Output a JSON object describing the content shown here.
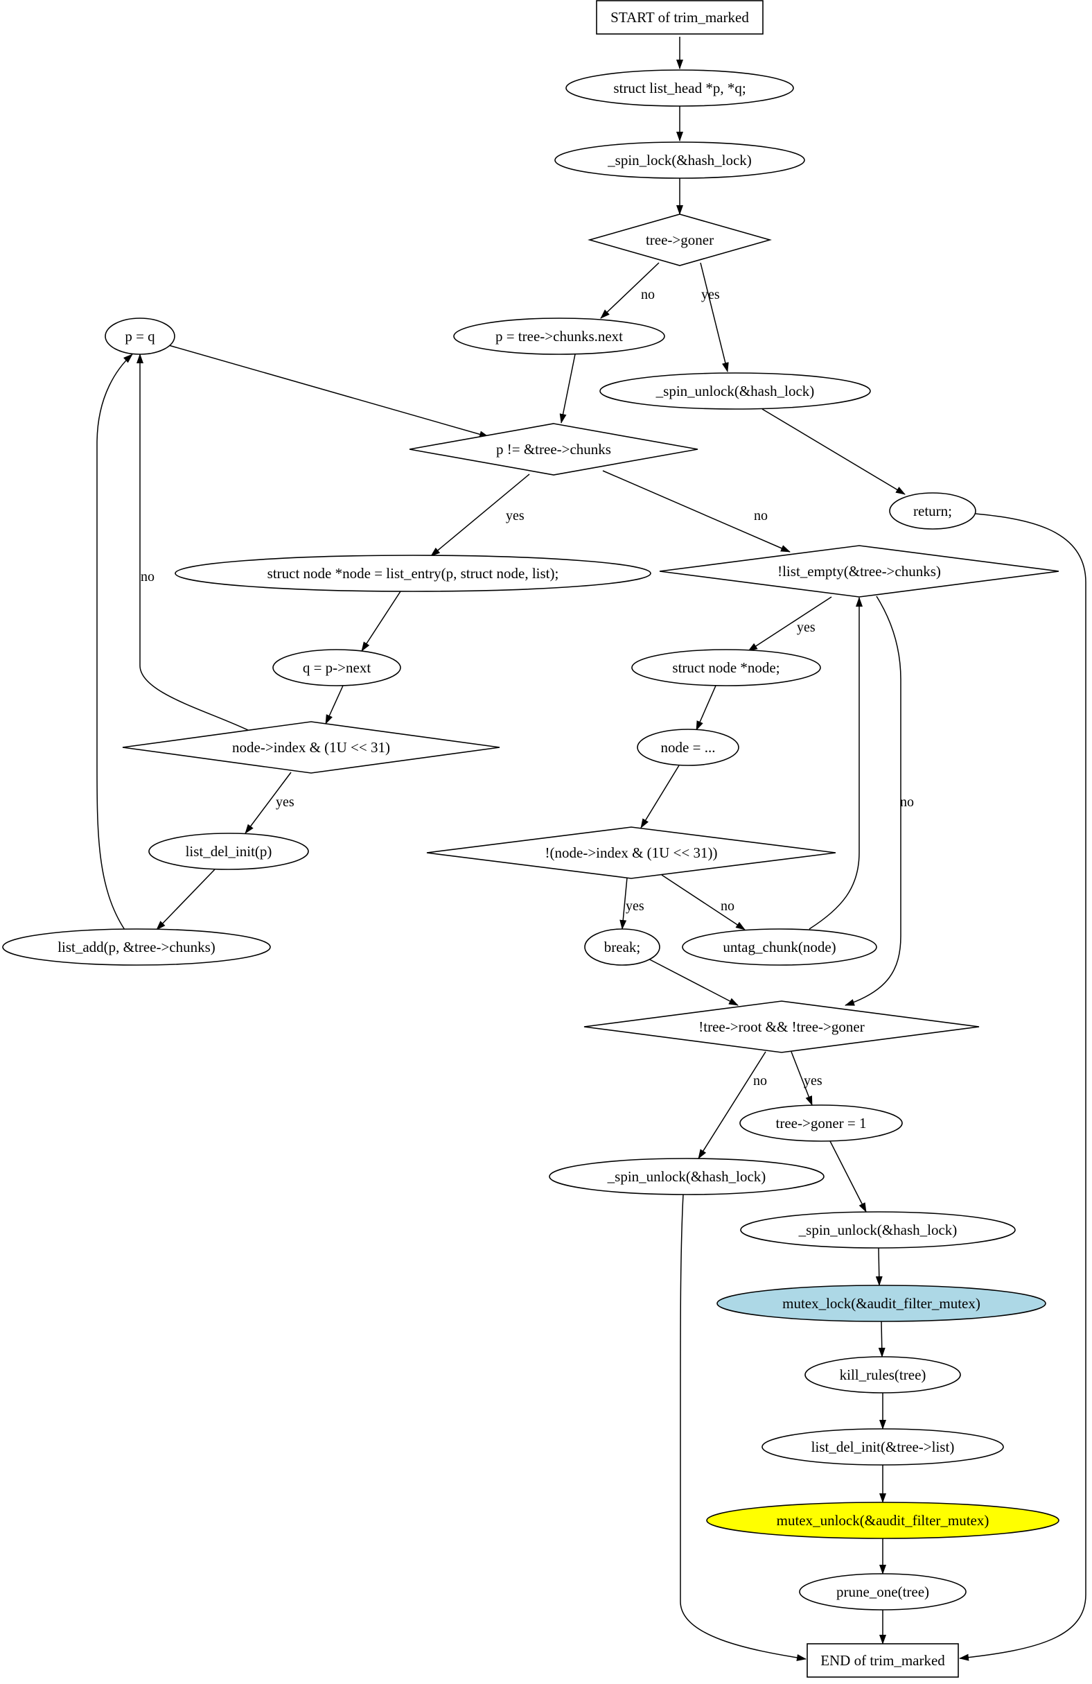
{
  "nodes": {
    "start": {
      "label": "START of trim_marked",
      "shape": "box"
    },
    "decl": {
      "label": "struct list_head *p, *q;",
      "shape": "ellipse"
    },
    "lock1": {
      "label": "_spin_lock(&hash_lock)",
      "shape": "ellipse"
    },
    "goner": {
      "label": "tree->goner",
      "shape": "diamond"
    },
    "pinit": {
      "label": "p = tree->chunks.next",
      "shape": "ellipse"
    },
    "unlock1": {
      "label": "_spin_unlock(&hash_lock)",
      "shape": "ellipse"
    },
    "ret": {
      "label": "return;",
      "shape": "ellipse"
    },
    "peq": {
      "label": "p = q",
      "shape": "ellipse"
    },
    "loop1": {
      "label": "p != &tree->chunks",
      "shape": "diamond"
    },
    "entry": {
      "label": "struct node *node = list_entry(p, struct node, list);",
      "shape": "ellipse"
    },
    "qnext": {
      "label": "q = p->next",
      "shape": "ellipse"
    },
    "idx1": {
      "label": "node->index & (1U << 31)",
      "shape": "diamond"
    },
    "del1": {
      "label": "list_del_init(p)",
      "shape": "ellipse"
    },
    "add": {
      "label": "list_add(p, &tree->chunks)",
      "shape": "ellipse"
    },
    "empty": {
      "label": "!list_empty(&tree->chunks)",
      "shape": "diamond"
    },
    "ndecl": {
      "label": "struct node *node;",
      "shape": "ellipse"
    },
    "nassign": {
      "label": "node = ...",
      "shape": "ellipse"
    },
    "idx2": {
      "label": "!(node->index & (1U << 31))",
      "shape": "diamond"
    },
    "brk": {
      "label": "break;",
      "shape": "ellipse"
    },
    "untag": {
      "label": "untag_chunk(node)",
      "shape": "ellipse"
    },
    "root": {
      "label": "!tree->root && !tree->goner",
      "shape": "diamond"
    },
    "gset": {
      "label": "tree->goner = 1",
      "shape": "ellipse"
    },
    "unlock2": {
      "label": "_spin_unlock(&hash_lock)",
      "shape": "ellipse"
    },
    "unlock3": {
      "label": "_spin_unlock(&hash_lock)",
      "shape": "ellipse"
    },
    "mlock": {
      "label": "mutex_lock(&audit_filter_mutex)",
      "shape": "ellipse",
      "fill": "#add8e6"
    },
    "kill": {
      "label": "kill_rules(tree)",
      "shape": "ellipse"
    },
    "ldel": {
      "label": "list_del_init(&tree->list)",
      "shape": "ellipse"
    },
    "munlock": {
      "label": "mutex_unlock(&audit_filter_mutex)",
      "shape": "ellipse",
      "fill": "#ffff00"
    },
    "prune": {
      "label": "prune_one(tree)",
      "shape": "ellipse"
    },
    "end": {
      "label": "END of trim_marked",
      "shape": "box"
    }
  },
  "edges": [
    {
      "id": "start-decl",
      "from": "start",
      "to": "decl",
      "label": ""
    },
    {
      "id": "decl-lock1",
      "from": "decl",
      "to": "lock1",
      "label": ""
    },
    {
      "id": "lock1-goner",
      "from": "lock1",
      "to": "goner",
      "label": ""
    },
    {
      "id": "goner-pinit",
      "from": "goner",
      "to": "pinit",
      "label": "no"
    },
    {
      "id": "goner-unlock1",
      "from": "goner",
      "to": "unlock1",
      "label": "yes"
    },
    {
      "id": "unlock1-ret",
      "from": "unlock1",
      "to": "ret",
      "label": ""
    },
    {
      "id": "ret-end",
      "from": "ret",
      "to": "end",
      "label": ""
    },
    {
      "id": "pinit-loop1",
      "from": "pinit",
      "to": "loop1",
      "label": ""
    },
    {
      "id": "peq-loop1",
      "from": "peq",
      "to": "loop1",
      "label": ""
    },
    {
      "id": "loop1-entry",
      "from": "loop1",
      "to": "entry",
      "label": "yes"
    },
    {
      "id": "loop1-empty",
      "from": "loop1",
      "to": "empty",
      "label": "no"
    },
    {
      "id": "entry-qnext",
      "from": "entry",
      "to": "qnext",
      "label": ""
    },
    {
      "id": "qnext-idx1",
      "from": "qnext",
      "to": "idx1",
      "label": ""
    },
    {
      "id": "idx1-peq",
      "from": "idx1",
      "to": "peq",
      "label": "no"
    },
    {
      "id": "idx1-del1",
      "from": "idx1",
      "to": "del1",
      "label": "yes"
    },
    {
      "id": "del1-add",
      "from": "del1",
      "to": "add",
      "label": ""
    },
    {
      "id": "add-peq",
      "from": "add",
      "to": "peq",
      "label": ""
    },
    {
      "id": "empty-ndecl",
      "from": "empty",
      "to": "ndecl",
      "label": "yes"
    },
    {
      "id": "empty-root",
      "from": "empty",
      "to": "root",
      "label": "no"
    },
    {
      "id": "ndecl-nassign",
      "from": "ndecl",
      "to": "nassign",
      "label": ""
    },
    {
      "id": "nassign-idx2",
      "from": "nassign",
      "to": "idx2",
      "label": ""
    },
    {
      "id": "idx2-brk",
      "from": "idx2",
      "to": "brk",
      "label": "yes"
    },
    {
      "id": "idx2-untag",
      "from": "idx2",
      "to": "untag",
      "label": "no"
    },
    {
      "id": "untag-empty",
      "from": "untag",
      "to": "empty",
      "label": ""
    },
    {
      "id": "brk-root",
      "from": "brk",
      "to": "root",
      "label": ""
    },
    {
      "id": "root-unlock3",
      "from": "root",
      "to": "unlock3",
      "label": "no"
    },
    {
      "id": "root-gset",
      "from": "root",
      "to": "gset",
      "label": "yes"
    },
    {
      "id": "gset-unlock2",
      "from": "gset",
      "to": "unlock2",
      "label": ""
    },
    {
      "id": "unlock3-end",
      "from": "unlock3",
      "to": "end",
      "label": ""
    },
    {
      "id": "unlock2-mlock",
      "from": "unlock2",
      "to": "mlock",
      "label": ""
    },
    {
      "id": "mlock-kill",
      "from": "mlock",
      "to": "kill",
      "label": ""
    },
    {
      "id": "kill-ldel",
      "from": "kill",
      "to": "ldel",
      "label": ""
    },
    {
      "id": "ldel-munlock",
      "from": "ldel",
      "to": "munlock",
      "label": ""
    },
    {
      "id": "munlock-prune",
      "from": "munlock",
      "to": "prune",
      "label": ""
    },
    {
      "id": "prune-end",
      "from": "prune",
      "to": "end",
      "label": ""
    }
  ]
}
